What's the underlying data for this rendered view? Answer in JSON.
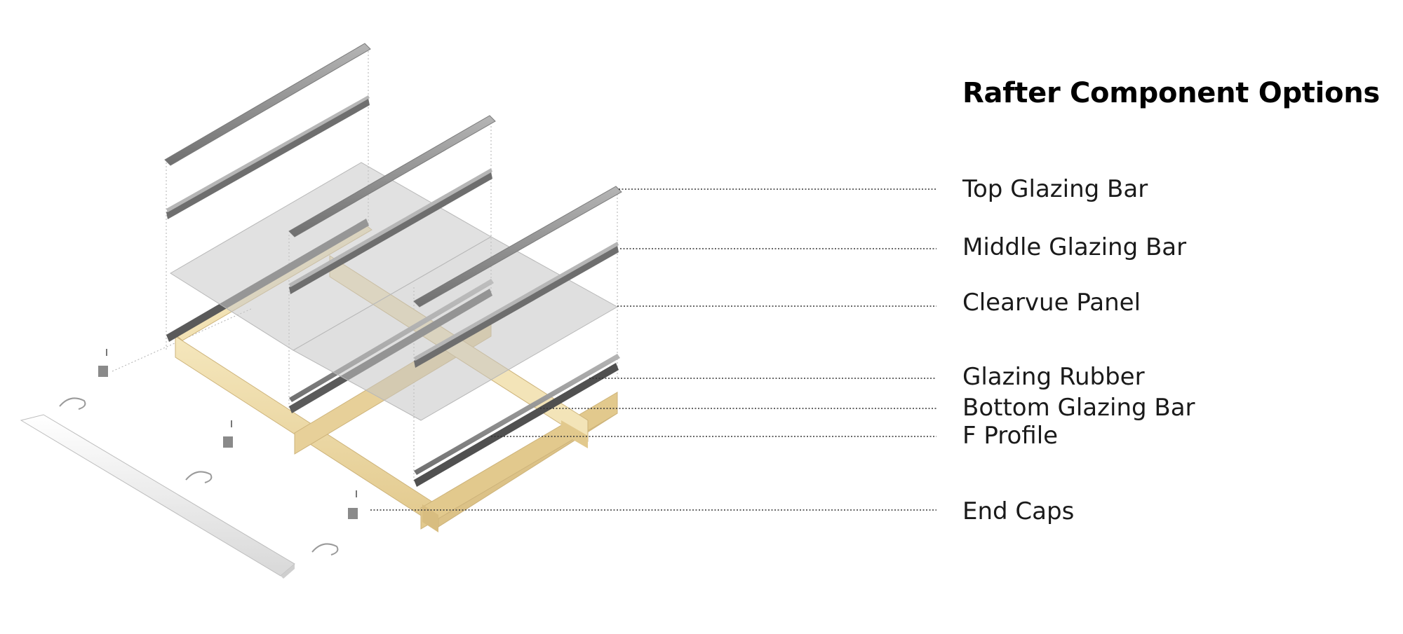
{
  "title": "Rafter Component Options",
  "callouts": [
    {
      "id": "top-glazing-bar",
      "label": "Top Glazing Bar"
    },
    {
      "id": "middle-glazing-bar",
      "label": "Middle Glazing Bar"
    },
    {
      "id": "clearvue-panel",
      "label": "Clearvue Panel"
    },
    {
      "id": "glazing-rubber",
      "label": "Glazing Rubber"
    },
    {
      "id": "bottom-glazing-bar",
      "label": "Bottom Glazing Bar"
    },
    {
      "id": "f-profile",
      "label": "F Profile"
    },
    {
      "id": "end-caps",
      "label": "End Caps"
    }
  ],
  "colors": {
    "timber": "#eedca8",
    "timber_shade": "#d9c084",
    "aluminium": "#8e8e8e",
    "aluminium_dark": "#555555",
    "panel": "#cfcfcf",
    "gutter": "#f4f4f4",
    "leader": "#333333"
  }
}
